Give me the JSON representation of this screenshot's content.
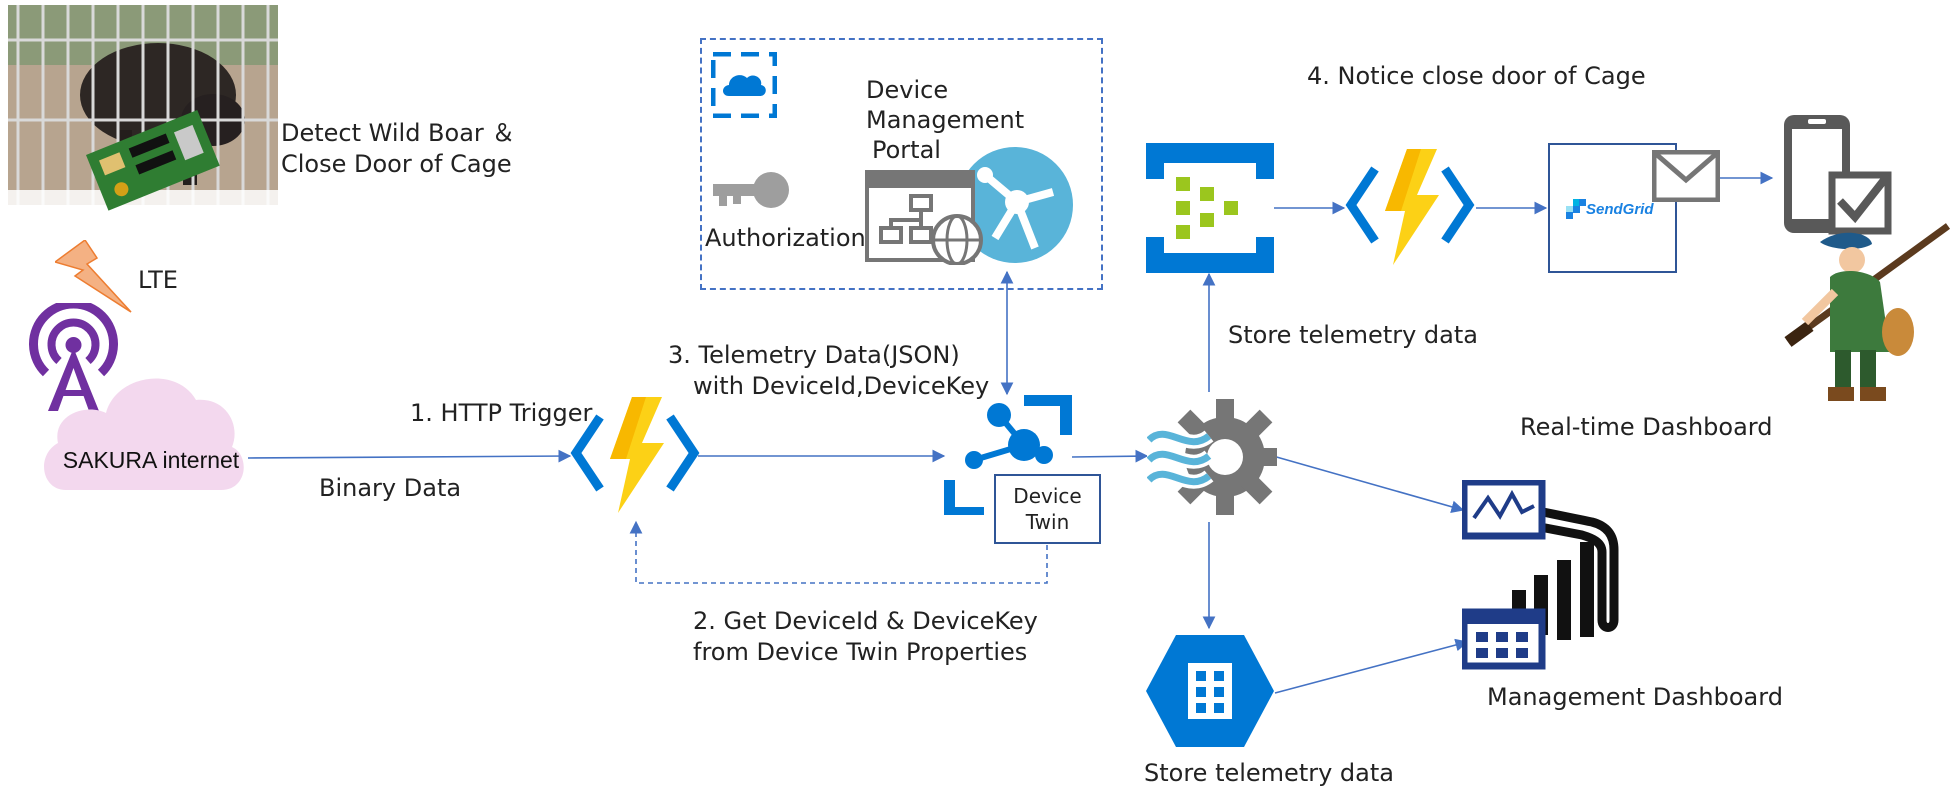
{
  "labels": {
    "detect_line1": "Detect Wild Boar ＆",
    "detect_line2": "Close Door of Cage",
    "lte": "LTE",
    "sakura": "SAKURA internet",
    "http_trigger": "1. HTTP Trigger",
    "binary_data": "Binary Data",
    "telemetry_line1": "3. Telemetry Data(JSON)",
    "telemetry_line2": "with DeviceId,DeviceKey",
    "get_device_line1": "2. Get DeviceId & DeviceKey",
    "get_device_line2": "from Device Twin Properties",
    "portal_line1": "Device",
    "portal_line2": "Management",
    "portal_line3": "Portal",
    "authorization": "Authorization",
    "device_twin_line1": "Device",
    "device_twin_line2": "Twin",
    "store_telemetry_top": "Store telemetry data",
    "store_telemetry_bottom": "Store telemetry data",
    "notice_close": "4. Notice close door of Cage",
    "sendgrid": "SendGrid",
    "realtime_dashboard": "Real-time Dashboard",
    "management_dashboard": "Management Dashboard"
  },
  "icons": {
    "cage": "wild-boar-cage-photo-icon",
    "lightning": "lte-lightning-icon",
    "antenna": "antenna-icon",
    "cloud": "cloud-icon",
    "function_main": "azure-function-icon",
    "function_notify": "azure-function-icon",
    "iot_hub": "iot-hub-icon",
    "stream_analytics": "stream-analytics-icon",
    "event_hub": "event-hub-icon",
    "table_storage": "table-storage-icon",
    "power_bi": "power-bi-icon",
    "phone": "phone-check-icon",
    "hunter": "hunter-icon",
    "key": "key-icon",
    "portal": "app-service-portal-icon",
    "blueprint": "blueprint-icon",
    "mail": "mail-icon"
  },
  "colors": {
    "azure_blue": "#0078d4",
    "function_yellow": "#fcd116",
    "arrow": "#4472c4",
    "lte_orange": "#f4b183",
    "antenna_purple": "#7030a0",
    "cloud_pink": "#f3d8ee"
  }
}
